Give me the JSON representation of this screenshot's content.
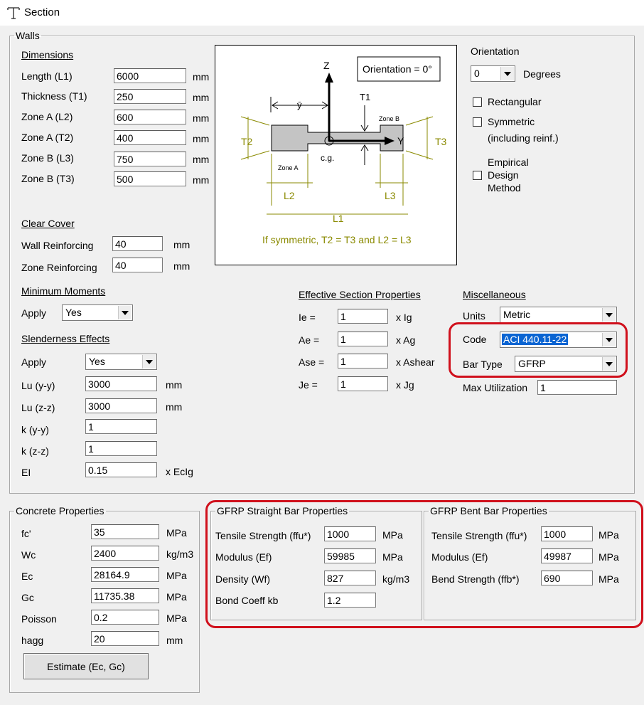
{
  "window": {
    "title": "Section"
  },
  "walls": {
    "legend": "Walls",
    "dimensions": {
      "heading": "Dimensions",
      "rows": [
        {
          "label": "Length (L1)",
          "value": "6000",
          "unit": "mm"
        },
        {
          "label": "Thickness (T1)",
          "value": "250",
          "unit": "mm"
        },
        {
          "label": "Zone A (L2)",
          "value": "600",
          "unit": "mm"
        },
        {
          "label": "Zone A (T2)",
          "value": "400",
          "unit": "mm"
        },
        {
          "label": "Zone B (L3)",
          "value": "750",
          "unit": "mm"
        },
        {
          "label": "Zone B (T3)",
          "value": "500",
          "unit": "mm"
        }
      ]
    },
    "clear_cover": {
      "heading": "Clear Cover",
      "rows": [
        {
          "label": "Wall Reinforcing",
          "value": "40",
          "unit": "mm"
        },
        {
          "label": "Zone Reinforcing",
          "value": "40",
          "unit": "mm"
        }
      ]
    },
    "minimum_moments": {
      "heading": "Minimum Moments",
      "apply_label": "Apply",
      "apply_value": "Yes"
    },
    "slenderness": {
      "heading": "Slenderness Effects",
      "apply_label": "Apply",
      "apply_value": "Yes",
      "rows": [
        {
          "label": "Lu (y-y)",
          "value": "3000",
          "unit": "mm"
        },
        {
          "label": "Lu (z-z)",
          "value": "3000",
          "unit": "mm"
        },
        {
          "label": "k (y-y)",
          "value": "1",
          "unit": ""
        },
        {
          "label": "k (z-z)",
          "value": "1",
          "unit": ""
        },
        {
          "label": "EI",
          "value": "0.15",
          "unit": "x EcIg"
        }
      ]
    },
    "diagram": {
      "orientation_text": "Orientation = 0°",
      "z": "Z",
      "y": "Y",
      "ybar": "ȳ",
      "t1": "T1",
      "t2": "T2",
      "t3": "T3",
      "l1": "L1",
      "l2": "L2",
      "l3": "L3",
      "zone_a": "Zone A",
      "zone_b": "Zone B",
      "cg": "c.g.",
      "footnote": "If symmetric, T2 = T3 and L2 = L3"
    },
    "orientation": {
      "heading": "Orientation",
      "value": "0",
      "unit": "Degrees",
      "rectangular": "Rectangular",
      "symmetric": "Symmetric",
      "symmetric_note": "(including reinf.)",
      "empirical_1": "Empirical",
      "empirical_2": "Design",
      "empirical_3": "Method"
    },
    "effective_section": {
      "heading": "Effective Section Properties",
      "rows": [
        {
          "label": "Ie =",
          "value": "1",
          "unit": "x Ig"
        },
        {
          "label": "Ae =",
          "value": "1",
          "unit": "x Ag"
        },
        {
          "label": "Ase =",
          "value": "1",
          "unit": "x Ashear"
        },
        {
          "label": "Je =",
          "value": "1",
          "unit": "x Jg"
        }
      ]
    },
    "misc": {
      "heading": "Miscellaneous",
      "units_label": "Units",
      "units_value": "Metric",
      "code_label": "Code",
      "code_value": "ACI 440.11-22",
      "bartype_label": "Bar Type",
      "bartype_value": "GFRP",
      "maxutil_label": "Max Utilization",
      "maxutil_value": "1"
    }
  },
  "concrete": {
    "legend": "Concrete Properties",
    "rows": [
      {
        "label": "fc'",
        "value": "35",
        "unit": "MPa"
      },
      {
        "label": "Wc",
        "value": "2400",
        "unit": "kg/m3"
      },
      {
        "label": "Ec",
        "value": "28164.9",
        "unit": "MPa"
      },
      {
        "label": "Gc",
        "value": "11735.38",
        "unit": "MPa"
      },
      {
        "label": "Poisson",
        "value": "0.2",
        "unit": "MPa"
      },
      {
        "label": "hagg",
        "value": "20",
        "unit": "mm"
      }
    ],
    "estimate_label": "Estimate (Ec, Gc)"
  },
  "gfrp_straight": {
    "legend": "GFRP Straight Bar Properties",
    "rows": [
      {
        "label": "Tensile Strength (ffu*)",
        "value": "1000",
        "unit": "MPa"
      },
      {
        "label": "Modulus (Ef)",
        "value": "59985",
        "unit": "MPa"
      },
      {
        "label": "Density (Wf)",
        "value": "827",
        "unit": "kg/m3"
      },
      {
        "label": "Bond Coeff kb",
        "value": "1.2",
        "unit": ""
      }
    ]
  },
  "gfrp_bent": {
    "legend": "GFRP Bent Bar Properties",
    "rows": [
      {
        "label": "Tensile Strength (ffu*)",
        "value": "1000",
        "unit": "MPa"
      },
      {
        "label": "Modulus (Ef)",
        "value": "49987",
        "unit": "MPa"
      },
      {
        "label": "Bend Strength (ffb*)",
        "value": "690",
        "unit": "MPa"
      }
    ]
  },
  "colors": {
    "highlight": "#d0101c",
    "selection": "#0a64d2",
    "diagram_text": "#8a8a00"
  }
}
